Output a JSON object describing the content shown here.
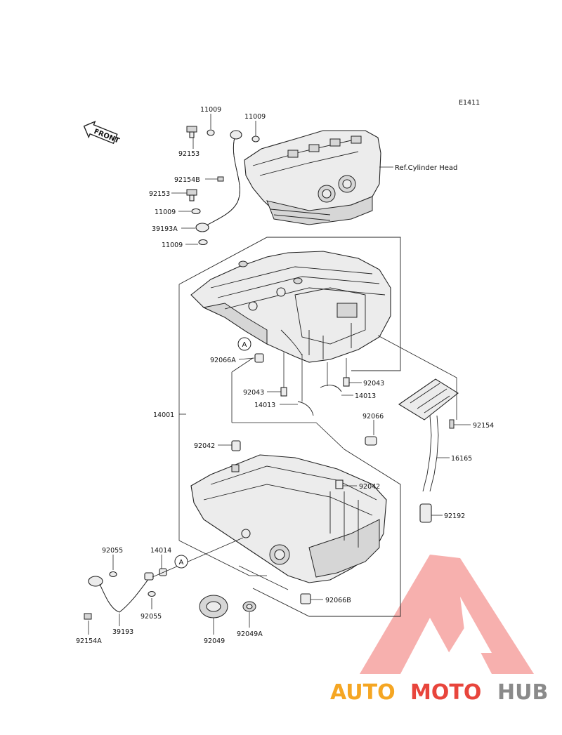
{
  "diagram_code": "E1411",
  "front_label": "FRONT",
  "ref_label": "Ref.Cylinder Head",
  "parts": {
    "p11009_top_left": "11009",
    "p11009_top_right": "11009",
    "p92153_top": "92153",
    "p92154B": "92154B",
    "p92153_mid": "92153",
    "p11009_mid": "11009",
    "p39193A": "39193A",
    "p11009_low": "11009",
    "p92066A": "92066A",
    "p92043_left": "92043",
    "p92043_right": "92043",
    "p14013_left": "14013",
    "p14013_right": "14013",
    "p14001": "14001",
    "p92066": "92066",
    "p92042_left": "92042",
    "p92042_right": "92042",
    "p92154": "92154",
    "p16165": "16165",
    "p92192": "92192",
    "p92055_top": "92055",
    "p14014": "14014",
    "p92055_bottom": "92055",
    "p92154A": "92154A",
    "p39193": "39193",
    "p92049": "92049",
    "p92049A": "92049A",
    "p92066B": "92066B"
  },
  "callouts": {
    "a_upper": "A",
    "a_lower": "A"
  },
  "watermark": {
    "part1": "AUTO",
    "part2": "MOTO",
    "part3": "HUB"
  },
  "colors": {
    "wm_orange": "#f5a623",
    "wm_red": "#e8453c",
    "wm_gray": "#8a8a8a",
    "wm_pink": "#f6a3a0"
  }
}
